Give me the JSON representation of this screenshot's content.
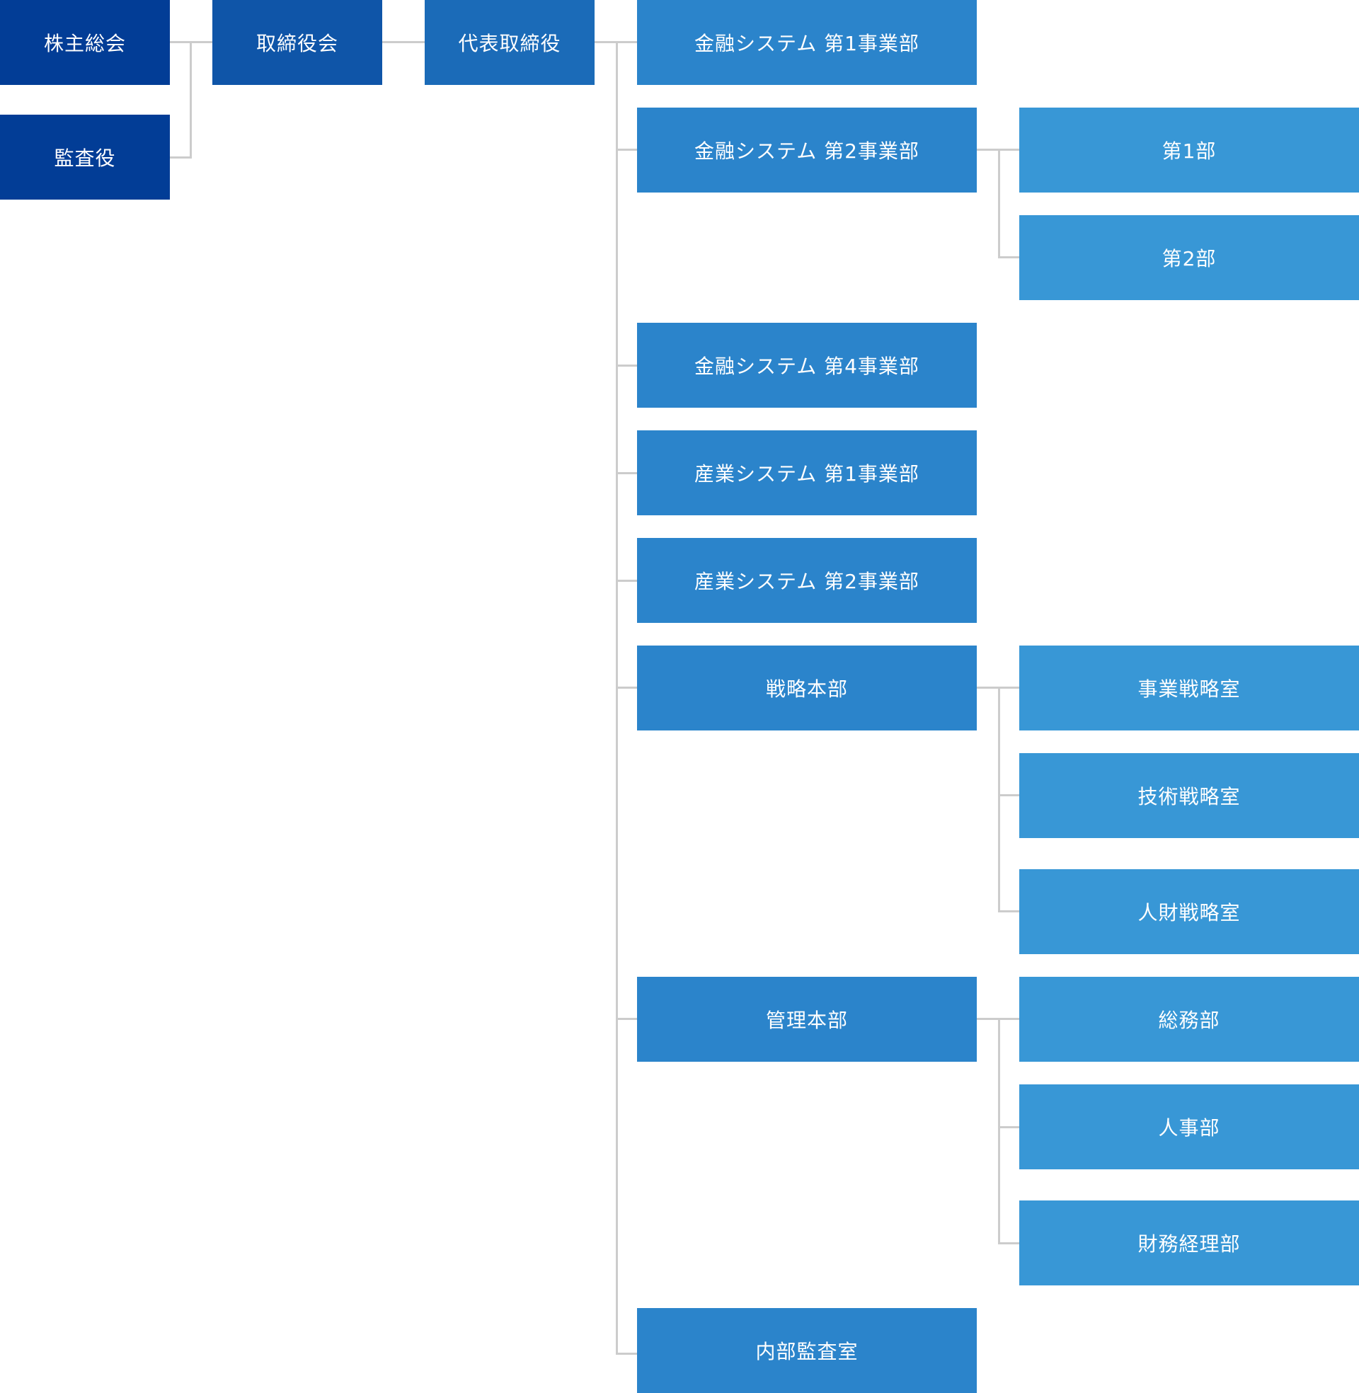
{
  "nodes": {
    "shareholders": "株主総会",
    "auditor": "監査役",
    "board": "取締役会",
    "president": "代表取締役",
    "fin1": "金融システム 第1事業部",
    "fin2": "金融システム 第2事業部",
    "fin2_dept1": "第1部",
    "fin2_dept2": "第2部",
    "fin4": "金融システム 第4事業部",
    "ind1": "産業システム 第1事業部",
    "ind2": "産業システム 第2事業部",
    "strategy": "戦略本部",
    "biz_strategy": "事業戦略室",
    "tech_strategy": "技術戦略室",
    "hr_strategy": "人財戦略室",
    "admin": "管理本部",
    "general_affairs": "総務部",
    "personnel": "人事部",
    "finance": "財務経理部",
    "internal_audit": "内部監査室"
  },
  "colors": {
    "level0": "#023d96",
    "level1": "#0f55a8",
    "level2": "#1b6bb8",
    "level3": "#2b84cb",
    "level4": "#3897d6",
    "connector": "#cccccc"
  }
}
